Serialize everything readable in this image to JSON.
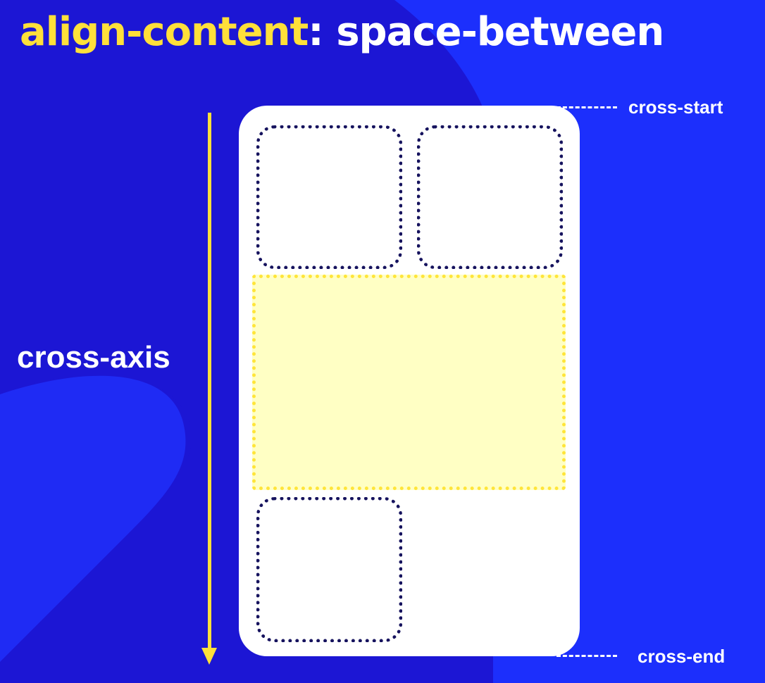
{
  "title": {
    "property": "align-content",
    "separator": ":",
    "value": " space-between"
  },
  "axis": {
    "label": "cross-axis"
  },
  "edges": {
    "start": "cross-start",
    "end": "cross-end"
  },
  "colors": {
    "background": "#1c2ffc",
    "background_shape": "#1c16d4",
    "accent_yellow": "#ffe03a",
    "container": "#ffffff",
    "item_border": "#16135e",
    "space_fill": "#ffffc4"
  }
}
